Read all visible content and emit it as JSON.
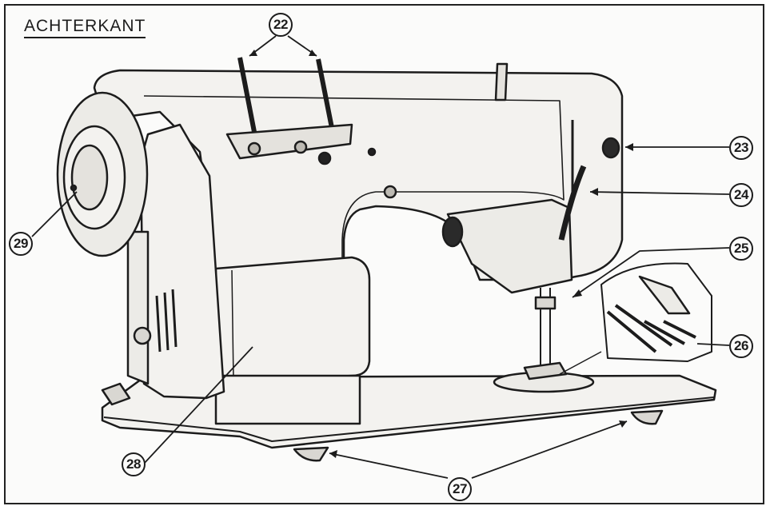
{
  "heading": "ACHTERKANT",
  "callouts": {
    "c22": "22",
    "c23": "23",
    "c24": "24",
    "c25": "25",
    "c26": "26",
    "c27": "27",
    "c28": "28",
    "c29": "29"
  },
  "colors": {
    "ink": "#1c1c1c",
    "body": "#f3f2ef",
    "shade": "#d9d7d2",
    "paper": "#fbfbfa"
  }
}
